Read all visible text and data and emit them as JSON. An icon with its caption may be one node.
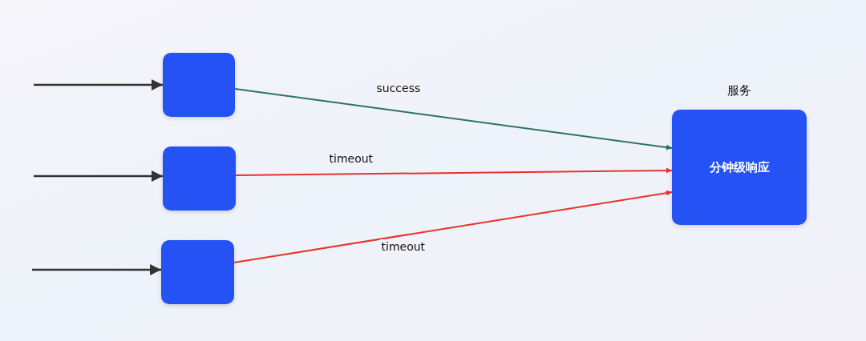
{
  "diagram": {
    "nodes": [
      {
        "text": [],
        "shape": "box"
      },
      {
        "text": [],
        "shape": "box"
      },
      {
        "text": [],
        "shape": "box"
      },
      {
        "text": [
          "服务",
          "分钟级响应"
        ]
      }
    ],
    "edges": [
      {
        "from": null,
        "to": 0,
        "arrow": "to"
      },
      {
        "from": null,
        "to": 1,
        "arrow": "to"
      },
      {
        "from": null,
        "to": 2,
        "arrow": "to"
      },
      {
        "from": 0,
        "to": 3,
        "arrow": "to",
        "label": "success",
        "color": "#2e7463"
      },
      {
        "from": 1,
        "to": 3,
        "arrow": "to",
        "label": "timeout",
        "color": "#e8332a"
      },
      {
        "from": 2,
        "to": 3,
        "arrow": "to",
        "label": "timeout",
        "color": "#e8332a"
      }
    ]
  }
}
